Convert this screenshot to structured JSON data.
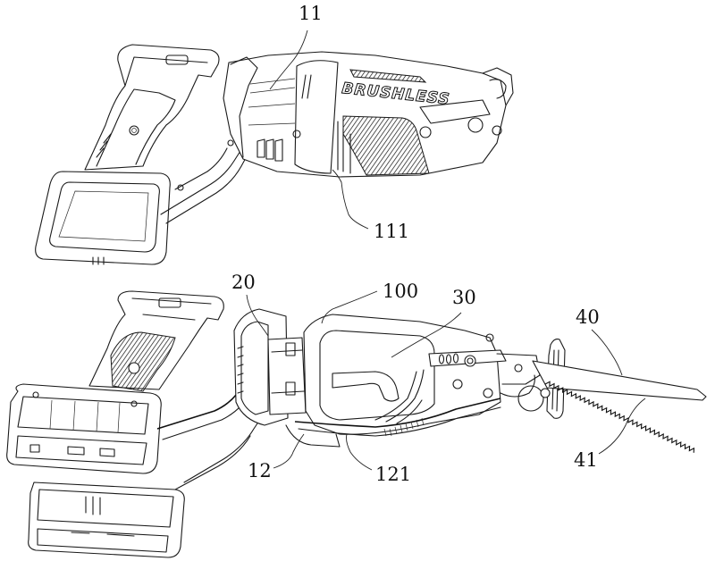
{
  "figure": {
    "description": "Patent line drawing of a brushless reciprocating saw: assembled housing (top) and exploded internal view with blade (bottom)",
    "housing_brand_text": "BRUSHLESS",
    "reference_labels": {
      "housing": "11",
      "housing_band": "111",
      "motor_assembly": "20",
      "motor_shaft": "100",
      "transmission": "30",
      "blade": "40",
      "blade_teeth": "41",
      "lower_housing": "12",
      "housing_band_lower": "121"
    }
  }
}
